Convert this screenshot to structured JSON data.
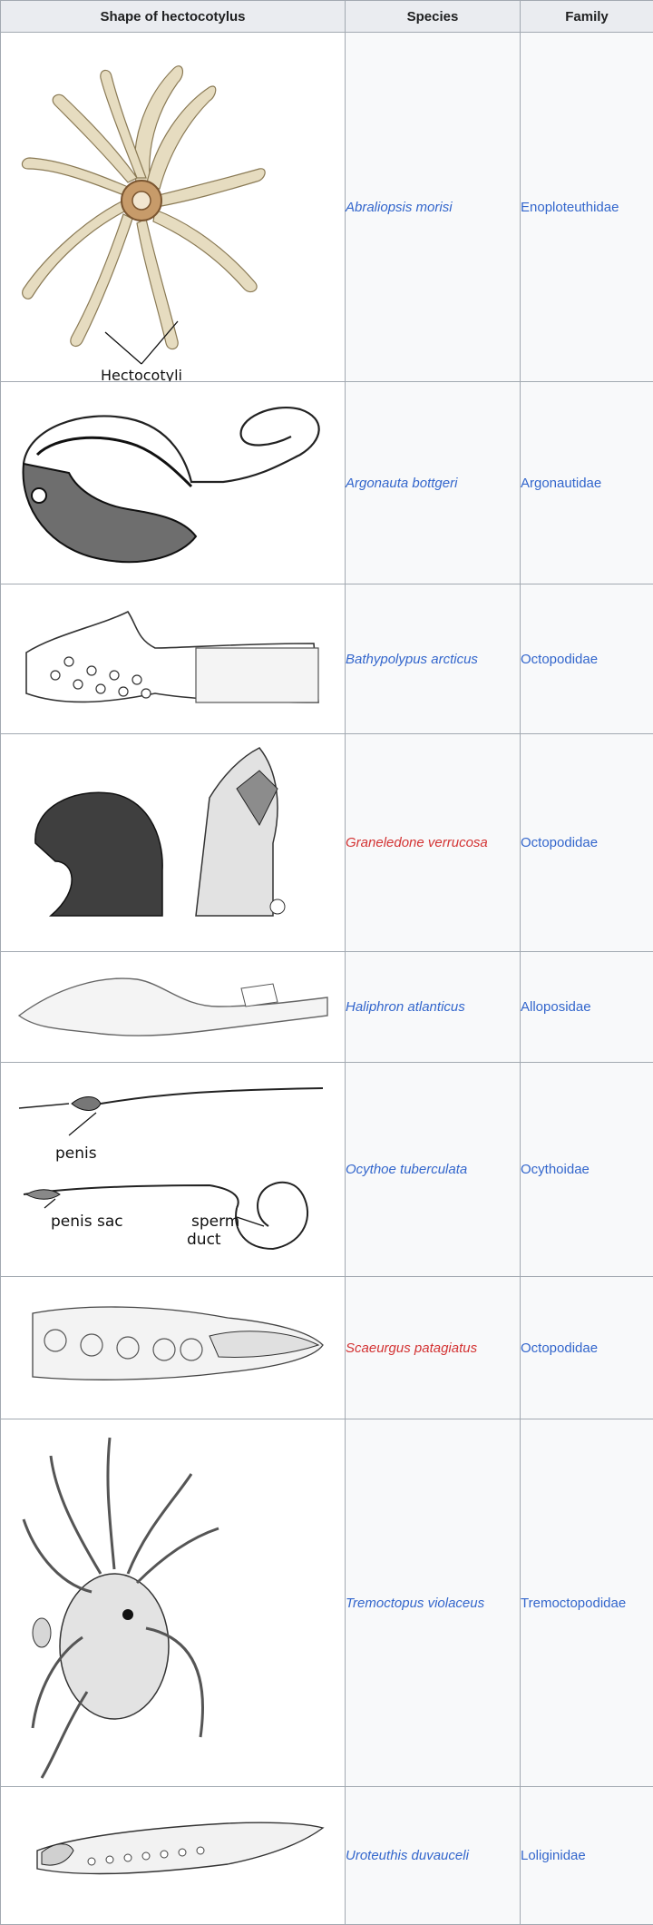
{
  "headers": {
    "shape": "Shape of hectocotylus",
    "species": "Species",
    "family": "Family"
  },
  "rows": [
    {
      "species": "Abraliopsis morisi",
      "family": "Enoploteuthidae",
      "species_link_color": "#3366cc",
      "labels": [
        "Hectocotyli"
      ]
    },
    {
      "species": "Argonauta bottgeri",
      "family": "Argonautidae",
      "species_link_color": "#3366cc"
    },
    {
      "species": "Bathypolypus arcticus",
      "family": "Octopodidae",
      "species_link_color": "#3366cc"
    },
    {
      "species": "Graneledone verrucosa",
      "family": "Octopodidae",
      "species_link_color": "#d33333"
    },
    {
      "species": "Haliphron atlanticus",
      "family": "Alloposidae",
      "species_link_color": "#3366cc"
    },
    {
      "species": "Ocythoe tuberculata",
      "family": "Ocythoidae",
      "species_link_color": "#3366cc",
      "labels": [
        "penis",
        "penis sac",
        "sperm",
        "duct"
      ]
    },
    {
      "species": "Scaeurgus patagiatus",
      "family": "Octopodidae",
      "species_link_color": "#d33333"
    },
    {
      "species": "Tremoctopus violaceus",
      "family": "Tremoctopodidae",
      "species_link_color": "#3366cc"
    },
    {
      "species": "Uroteuthis duvauceli",
      "family": "Loliginidae",
      "species_link_color": "#3366cc"
    }
  ]
}
